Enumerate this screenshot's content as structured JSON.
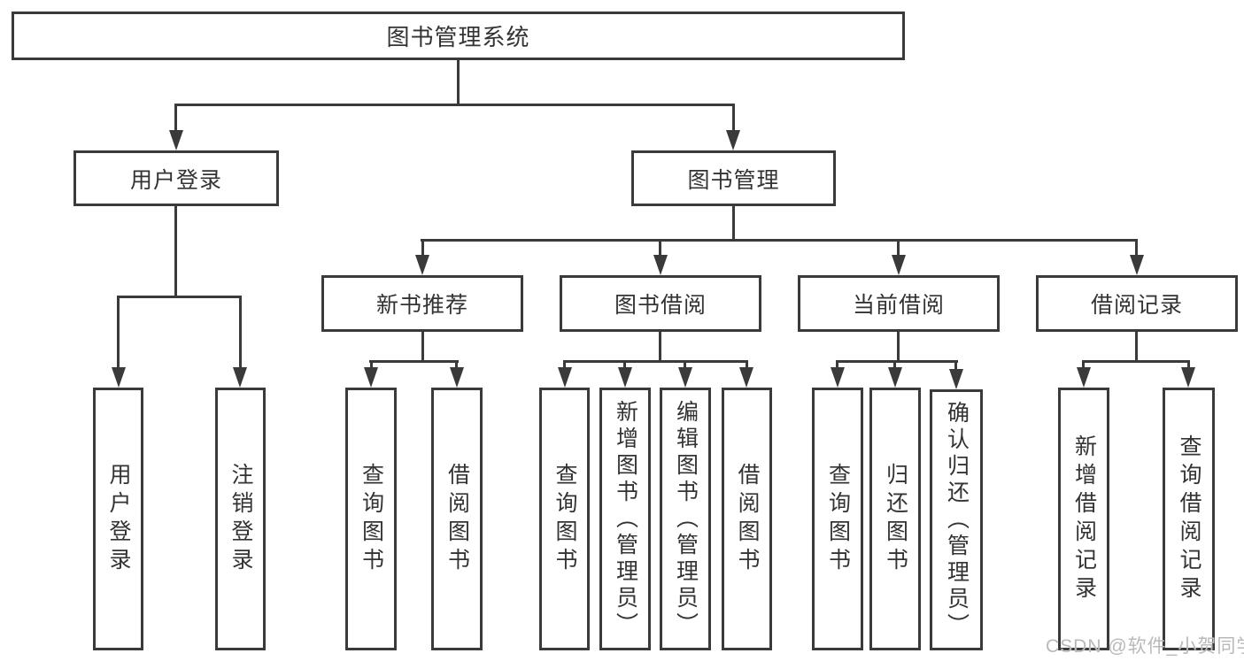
{
  "colors": {
    "line": "#3a3a3a",
    "text": "#333333",
    "background": "#ffffff",
    "watermark": "#b9b9b9"
  },
  "nodes": {
    "root": "图书管理系统",
    "user_login": "用户登录",
    "book_mgmt": "图书管理",
    "new_book_rec": "新书推荐",
    "book_borrow": "图书借阅",
    "current_borrow": "当前借阅",
    "borrow_record": "借阅记录",
    "leaf_user_login": "用户登录",
    "leaf_logout_login": "注销登录",
    "leaf_query_book_rec": "查询图书",
    "leaf_borrow_book_rec": "借阅图书",
    "leaf_query_book_borrow": "查询图书",
    "leaf_add_book_admin": "新增图书（管理员）",
    "leaf_edit_book_admin": "编辑图书（管理员）",
    "leaf_borrow_book_borrow": "借阅图书",
    "leaf_query_book_current": "查询图书",
    "leaf_return_book": "归还图书",
    "leaf_confirm_return_admin": "确认归还（管理员）",
    "leaf_add_borrow_record": "新增借阅记录",
    "leaf_query_borrow_record": "查询借阅记录"
  },
  "watermark": "CSDN @软件_小贺同学"
}
